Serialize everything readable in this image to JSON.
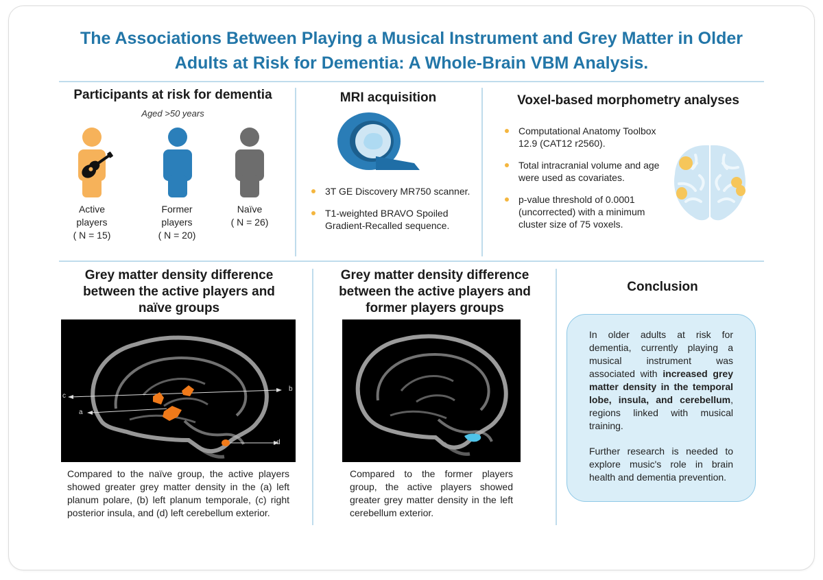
{
  "title_line1": "The Associations Between Playing a Musical Instrument and Grey Matter in Older",
  "title_line2": "Adults at Risk for Dementia: A Whole-Brain VBM Analysis.",
  "participants": {
    "heading": "Participants at risk for dementia",
    "subheading": "Aged >50 years",
    "groups": [
      {
        "line1": "Active",
        "line2": "players",
        "n": "( N = 15)",
        "color": "#f6b25a"
      },
      {
        "line1": "Former",
        "line2": "players",
        "n": "( N = 20)",
        "color": "#2b7fba"
      },
      {
        "line1": "Naïve",
        "line2": "",
        "n": "( N = 26)",
        "color": "#6d6d6d"
      }
    ]
  },
  "mri": {
    "heading": "MRI acquisition",
    "bullets": [
      "3T GE Discovery MR750 scanner.",
      "T1-weighted BRAVO Spoiled Gradient-Recalled sequence."
    ]
  },
  "vbm": {
    "heading": "Voxel-based morphometry analyses",
    "bullets": [
      "Computational Anatomy Toolbox 12.9 (CAT12 r2560).",
      "Total intracranial volume and age were used as covariates.",
      "p-value threshold of 0.0001 (uncorrected) with a minimum cluster size of  75 voxels."
    ]
  },
  "panel1": {
    "heading": [
      "Grey matter density difference",
      "between the active players and",
      "naïve groups"
    ],
    "labels": {
      "a": "a",
      "b": "b",
      "c": "c",
      "d": "d"
    },
    "caption": "Compared to the naïve group, the active players showed greater grey matter density in the (a) left planum polare, (b) left planum temporale, (c) right posterior insula, and (d) left cerebellum exterior."
  },
  "panel2": {
    "heading": [
      "Grey matter density difference",
      "between the active players and",
      "former players groups"
    ],
    "caption": "Compared to the former players group, the active players showed greater grey matter density in the left cerebellum exterior."
  },
  "conclusion": {
    "heading": "Conclusion",
    "p1_a": "In older adults at risk for dementia, currently playing a musical instrument was associated with ",
    "p1_bold": "increased grey matter density in the temporal lobe, insula, and cerebellum",
    "p1_c": ", regions linked with musical training.",
    "p2": "Further research is needed to explore music's role in brain health and dementia prevention."
  },
  "colors": {
    "accent": "#2276a8",
    "divider": "#bfdcec",
    "bullet": "#f4b63f",
    "highlight_orange": "#f07a1a",
    "highlight_cyan": "#4fc3e8"
  }
}
